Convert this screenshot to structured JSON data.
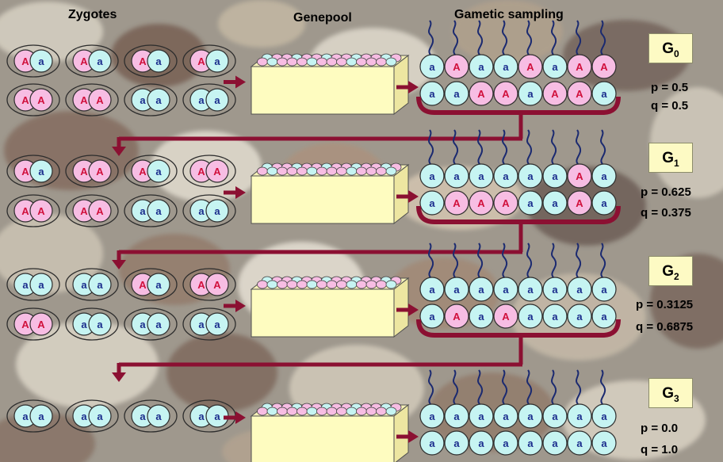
{
  "headers": {
    "zygotes": "Zygotes",
    "genepool": "Genepool",
    "gametic": "Gametic sampling"
  },
  "colors": {
    "allele_A": "#f7bde3",
    "allele_a": "#c6f4f2",
    "arrow": "#8b1032",
    "box": "#fefcc0",
    "panel": "#fdfac4"
  },
  "generations": [
    {
      "label": "G",
      "sub": "0",
      "p": "p = 0.5",
      "q": "q = 0.5",
      "zygotes": [
        [
          "A",
          "a"
        ],
        [
          "A",
          "a"
        ],
        [
          "A",
          "a"
        ],
        [
          "A",
          "a"
        ],
        [
          "A",
          "A"
        ],
        [
          "A",
          "A"
        ],
        [
          "a",
          "a"
        ],
        [
          "a",
          "a"
        ]
      ],
      "gametes": [
        [
          "a",
          "A",
          "a",
          "a",
          "A",
          "a",
          "A",
          "A"
        ],
        [
          "a",
          "a",
          "A",
          "A",
          "a",
          "A",
          "A",
          "a"
        ]
      ]
    },
    {
      "label": "G",
      "sub": "1",
      "p": "p = 0.625",
      "q": "q = 0.375",
      "zygotes": [
        [
          "A",
          "a"
        ],
        [
          "A",
          "A"
        ],
        [
          "A",
          "a"
        ],
        [
          "A",
          "A"
        ],
        [
          "A",
          "A"
        ],
        [
          "A",
          "A"
        ],
        [
          "a",
          "a"
        ],
        [
          "a",
          "a"
        ]
      ],
      "gametes": [
        [
          "a",
          "a",
          "a",
          "a",
          "a",
          "a",
          "A",
          "a"
        ],
        [
          "a",
          "A",
          "A",
          "A",
          "a",
          "a",
          "A",
          "a"
        ]
      ]
    },
    {
      "label": "G",
      "sub": "2",
      "p": "p = 0.3125",
      "q": "q = 0.6875",
      "zygotes": [
        [
          "a",
          "a"
        ],
        [
          "a",
          "a"
        ],
        [
          "A",
          "a"
        ],
        [
          "A",
          "A"
        ],
        [
          "A",
          "A"
        ],
        [
          "a",
          "a"
        ],
        [
          "a",
          "a"
        ],
        [
          "a",
          "a"
        ]
      ],
      "gametes": [
        [
          "a",
          "a",
          "a",
          "a",
          "a",
          "a",
          "a",
          "a"
        ],
        [
          "a",
          "A",
          "a",
          "A",
          "a",
          "a",
          "a",
          "a"
        ]
      ]
    },
    {
      "label": "G",
      "sub": "3",
      "p": "p = 0.0",
      "q": "q = 1.0",
      "zygotes": [
        [
          "a",
          "a"
        ],
        [
          "a",
          "a"
        ],
        [
          "a",
          "a"
        ],
        [
          "a",
          "a"
        ]
      ],
      "gametes": [
        [
          "a",
          "a",
          "a",
          "a",
          "a",
          "a",
          "a",
          "a"
        ],
        [
          "a",
          "a",
          "a",
          "a",
          "a",
          "a",
          "a",
          "a"
        ]
      ]
    }
  ]
}
